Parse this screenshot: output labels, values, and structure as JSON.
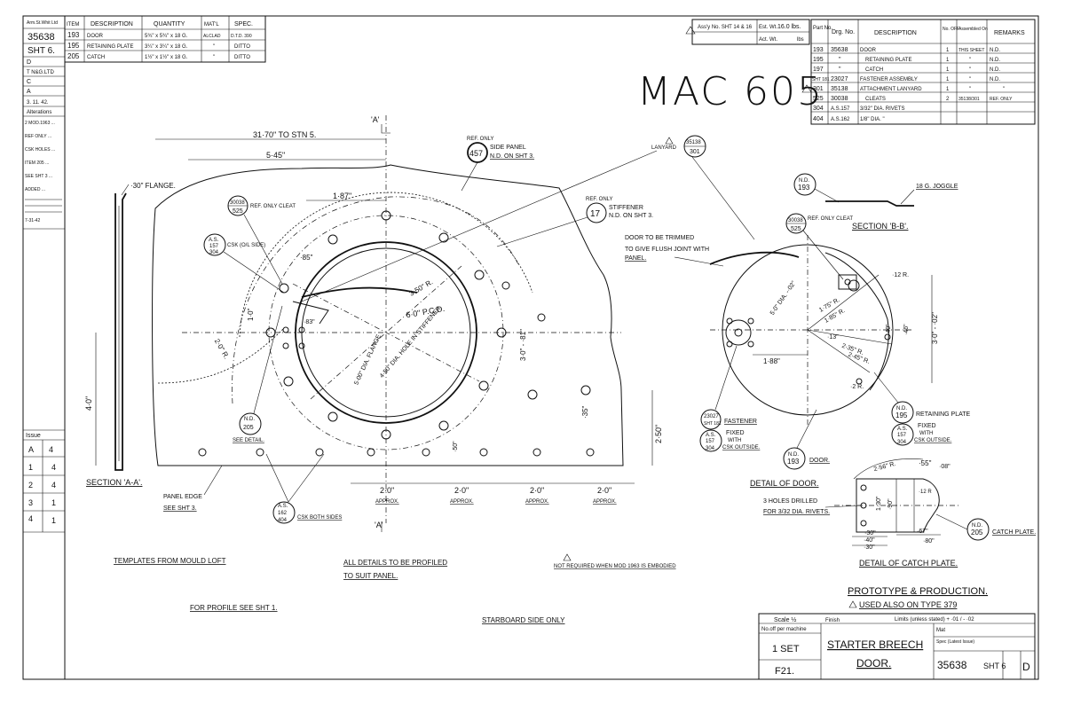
{
  "drawing_title": "MAC 605",
  "left_strip": {
    "logo_text": "Arm.St.Whit Ltd",
    "drg_no": "35638",
    "sheet": "SHT 6.",
    "rows": [
      "D",
      "T N&G.LTD",
      "C",
      "A"
    ],
    "date": "3. 11. 42.",
    "alterations_label": "Alterations",
    "alteration_notes": [
      "2 MOD.1963 ...",
      "REF ONLY ...",
      "CSK HOLES ...",
      "ITEM 205 ...",
      "SEE SHT 3 ...",
      "ADDED ...",
      "7-31-42"
    ],
    "issue_label": "Issue",
    "issues": [
      {
        "sym": "A",
        "val": "4"
      },
      {
        "sym": "1",
        "val": "4"
      },
      {
        "sym": "2",
        "val": "4"
      },
      {
        "sym": "3",
        "val": "1"
      },
      {
        "sym": "4",
        "val": "1"
      }
    ]
  },
  "item_table": {
    "headers": [
      "ITEM",
      "DESCRIPTION",
      "QUANTITY",
      "MAT'L",
      "SPEC."
    ],
    "rows": [
      {
        "item": "193",
        "desc": "DOOR",
        "qty": "5¾\" x 5¾\" x 18 G.",
        "mat": "ALCLAD",
        "spec": "D.T.D. 390"
      },
      {
        "item": "195",
        "desc": "RETAINING PLATE",
        "qty": "3¼\" x 3¼\" x 18 G.",
        "mat": "\"",
        "spec": "DITTO"
      },
      {
        "item": "205",
        "desc": "CATCH",
        "qty": "1½\" x 1½\" x 18 G.",
        "mat": "\"",
        "spec": "DITTO"
      }
    ]
  },
  "parts_table": {
    "assy_no": "Ass'y No. SHT 14 & 16",
    "est_wt_label": "Est. Wt.",
    "est_wt": "16.0 lbs.",
    "act_wt_label": "Act. Wt.",
    "act_wt_unit": "lbs",
    "headers": [
      "Part No.",
      "Drg. No.",
      "DESCRIPTION",
      "No. OFF",
      "Assembled On",
      "REMARKS"
    ],
    "rows": [
      {
        "part": "193",
        "drg": "35638",
        "desc": "DOOR",
        "off": "1",
        "on": "THIS SHEET",
        "rem": "N.D."
      },
      {
        "part": "195",
        "drg": "\"",
        "desc": "RETAINING PLATE",
        "off": "1",
        "on": "\"",
        "rem": "N.D."
      },
      {
        "part": "197",
        "drg": "\"",
        "desc": "CATCH",
        "off": "1",
        "on": "\"",
        "rem": "N.D."
      },
      {
        "part": "SHT 181",
        "drg": "23027",
        "desc": "FASTENER ASSEMBLY",
        "off": "1",
        "on": "\"",
        "rem": "N.D."
      },
      {
        "part": "301",
        "drg": "35138",
        "desc": "ATTACHMENT LANYARD",
        "off": "1",
        "on": "\"",
        "rem": "\""
      },
      {
        "part": "525",
        "drg": "30038",
        "desc": "CLEATS",
        "off": "2",
        "on": "35138/301",
        "rem": "REF. ONLY"
      },
      {
        "part": "304",
        "drg": "A.S.157",
        "desc": "3/32\" DIA. RIVETS",
        "off": "",
        "on": "",
        "rem": ""
      },
      {
        "part": "404",
        "drg": "A.S.162",
        "desc": "1/8\" DIA. \"",
        "off": "",
        "on": "",
        "rem": ""
      }
    ]
  },
  "section_aa": {
    "label": "SECTION 'A-A'.",
    "flange": "·30\" FLANGE.",
    "cut_a": "'A'",
    "dims": [
      "31·70\" TO STN 5.",
      "5·45\"",
      "1·87\"",
      "·85\"",
      "1·0\"",
      "·83\"",
      "2·0\" R.",
      "3·50\" R.",
      "6·0\" P.C.D.",
      "3·0\" - ·81\"",
      "5·00\" DIA. FLANGE",
      "4·50\" DIA. HOLE IN STIFFENER",
      "4·0\"",
      "·35\"",
      "2·50\"",
      "·50\""
    ],
    "bottom_dims": [
      {
        "val": "2·0\"",
        "sub": "APPROX."
      },
      {
        "val": "2·0\"",
        "sub": "APPROX."
      },
      {
        "val": "2·0\"",
        "sub": "APPROX."
      },
      {
        "val": "2·0\"",
        "sub": "APPROX."
      }
    ],
    "ref_side_panel": [
      "REF. ONLY",
      "SIDE PANEL",
      "N.D. ON SHT 3."
    ],
    "balloon_457": "457",
    "ref_stiffener": [
      "REF. ONLY",
      "STIFFENER",
      "N.D. ON SHT 3."
    ],
    "balloon_17": "17",
    "cleat_a": {
      "top": "30038",
      "bot": "525",
      "note": "REF. ONLY CLEAT"
    },
    "csk_a": {
      "top": "A.S.",
      "mid": "157",
      "bot": "304",
      "note": "CSK (O/L SIDE)"
    },
    "nd205": {
      "top": "N.D.",
      "bot": "205",
      "note": "SEE DETAIL."
    },
    "as162": {
      "top": "A.S.",
      "mid": "162",
      "bot": "404",
      "note": "CSK BOTH SIDES"
    },
    "panel_edge": [
      "PANEL EDGE",
      "SEE SHT 3."
    ],
    "lanyard": {
      "label": "LANYARD",
      "top": "35138",
      "bot": "301"
    }
  },
  "detail_door": {
    "label": "DETAIL OF DOOR.",
    "section_bb": "SECTION 'B-B'.",
    "joggle": "18 G. JOGGLE",
    "nd193_top": {
      "top": "N.D.",
      "bot": "193"
    },
    "nd193_bot": {
      "top": "N.D.",
      "bot": "193",
      "note": "DOOR."
    },
    "trim_note": [
      "DOOR TO BE TRIMMED",
      "TO GIVE FLUSH JOINT WITH",
      "PANEL."
    ],
    "cleat_b": {
      "top": "30038",
      "bot": "525",
      "note": "REF. ONLY CLEAT"
    },
    "fastener": {
      "top": "23027",
      "mid": "SHT 181",
      "note": "FASTENER"
    },
    "fixed_csk": {
      "top": "A.S.",
      "mid": "157",
      "bot": "304",
      "note": [
        "FIXED",
        "WITH",
        "CSK OUTSIDE."
      ]
    },
    "nd195": {
      "top": "N.D.",
      "bot": "195",
      "note": "RETAINING PLATE"
    },
    "fixed_csk2": {
      "top": "A.S.",
      "mid": "157",
      "bot": "304",
      "note": [
        "FIXED",
        "WITH",
        "CSK OUTSIDE."
      ]
    },
    "dims": [
      "5·0\" DIA. -·02\"",
      "1·88\"",
      "·12 R.",
      "1·75\" R.",
      "1·85\" R.",
      "·40\"",
      "·46\"",
      "·13\"",
      "2·35\" R.",
      "2·45\" R.",
      "·2 R.",
      "3·0\" - ·02\""
    ]
  },
  "detail_catch": {
    "label": "DETAIL OF CATCH PLATE.",
    "holes": [
      "3 HOLES DRILLED",
      "FOR 3/32 DIA. RIVETS."
    ],
    "nd205": {
      "top": "N.D.",
      "bot": "205",
      "note": "CATCH PLATE."
    },
    "dims": [
      "2·56\" R.",
      "·55\"",
      "·08\"",
      "·12 R",
      "1·30\"",
      "·90\"",
      "·30\"",
      "·40\"",
      "·67\"",
      "·80\"",
      "·30\""
    ]
  },
  "notes": {
    "templates": "TEMPLATES FROM MOULD LOFT",
    "profile": [
      "ALL DETAILS TO BE PROFILED",
      "TO SUIT PANEL."
    ],
    "not_required": "NOT REQUIRED WHEN MOD 1963 IS EMBODIED",
    "see_sht1": "FOR PROFILE SEE SHT 1.",
    "starboard": "STARBOARD SIDE ONLY",
    "prototype": "PROTOTYPE & PRODUCTION.",
    "used_also": "USED ALSO ON TYPE 379"
  },
  "title_block": {
    "scale": "Scale ½",
    "finish": "Finish",
    "limits": "Limits (unless stated) + ·01 / - ·02",
    "no_off_label": "No.off per machine",
    "no_off": "1 SET",
    "code": "F21.",
    "title_1": "STARTER BREECH",
    "title_2": "DOOR.",
    "mat": "Mat",
    "spec": "Spec (Latest Issue)",
    "drg_no": "35638",
    "sheet": "SHT 6",
    "issue": "D"
  }
}
